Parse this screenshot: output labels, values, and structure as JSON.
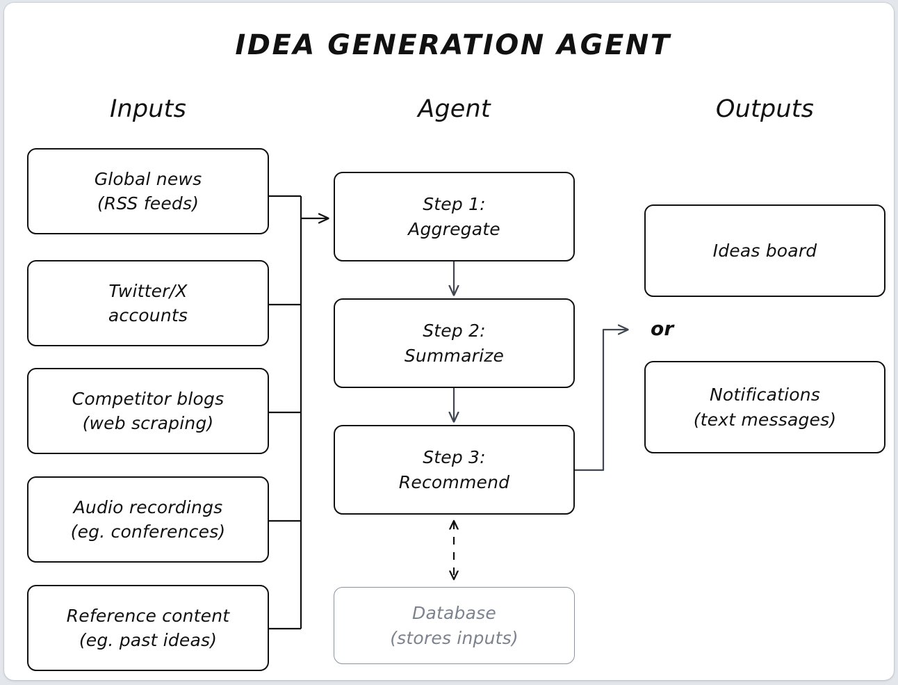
{
  "diagram": {
    "title": "IDEA GENERATION AGENT",
    "background_color": "#e3e7eb",
    "canvas_color": "#ffffff",
    "stroke_color": "#111111",
    "muted_color": "#7c838e",
    "columns": [
      {
        "id": "inputs",
        "label": "Inputs"
      },
      {
        "id": "agent",
        "label": "Agent"
      },
      {
        "id": "outputs",
        "label": "Outputs"
      }
    ],
    "inputs": [
      {
        "line1": "Global news",
        "line2": "(RSS feeds)"
      },
      {
        "line1": "Twitter/X",
        "line2": "accounts"
      },
      {
        "line1": "Competitor blogs",
        "line2": "(web scraping)"
      },
      {
        "line1": "Audio recordings",
        "line2": "(eg. conferences)"
      },
      {
        "line1": "Reference content",
        "line2": "(eg. past ideas)"
      }
    ],
    "agent_steps": [
      {
        "line1": "Step 1:",
        "line2": "Aggregate"
      },
      {
        "line1": "Step 2:",
        "line2": "Summarize"
      },
      {
        "line1": "Step 3:",
        "line2": "Recommend"
      }
    ],
    "datastore": {
      "line1": "Database",
      "line2": "(stores inputs)",
      "muted": true
    },
    "outputs": [
      {
        "line1": "Ideas board",
        "line2": ""
      },
      {
        "line1": "Notifications",
        "line2": "(text messages)"
      }
    ],
    "connector_label": "or"
  }
}
